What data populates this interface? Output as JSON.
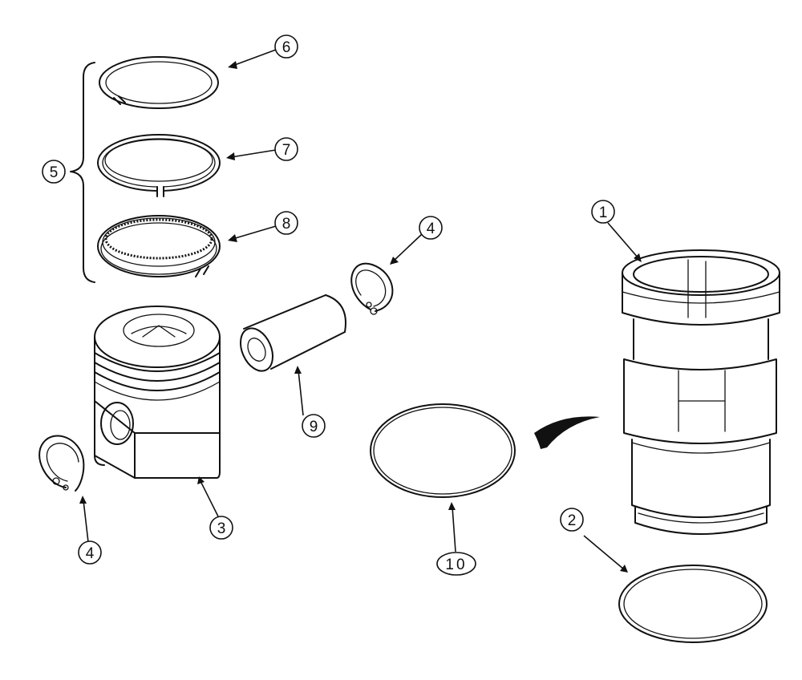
{
  "callouts": {
    "c1": "1",
    "c2": "2",
    "c3": "3",
    "c4a": "4",
    "c4b": "4",
    "c5": "5",
    "c6": "6",
    "c7": "7",
    "c8": "8",
    "c9": "9",
    "c10": "10"
  },
  "parts": [
    {
      "id": "1",
      "icon": "cylinder-liner"
    },
    {
      "id": "2",
      "icon": "liner-seal-ring"
    },
    {
      "id": "3",
      "icon": "piston"
    },
    {
      "id": "4",
      "icon": "snap-ring"
    },
    {
      "id": "5",
      "icon": "piston-ring-set-bracket"
    },
    {
      "id": "6",
      "icon": "top-compression-ring"
    },
    {
      "id": "7",
      "icon": "second-compression-ring"
    },
    {
      "id": "8",
      "icon": "oil-control-ring"
    },
    {
      "id": "9",
      "icon": "piston-pin"
    },
    {
      "id": "10",
      "icon": "o-ring"
    }
  ]
}
